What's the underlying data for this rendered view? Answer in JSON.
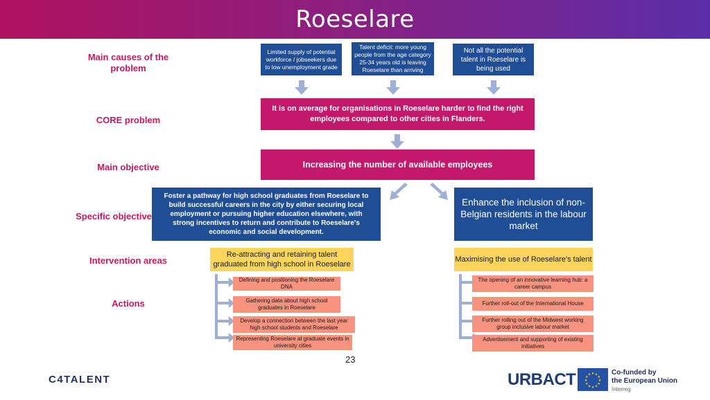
{
  "header": {
    "title": "Roeselare"
  },
  "row_labels": {
    "main_causes": "Main causes of the problem",
    "core_problem": "CORE problem",
    "main_objective": "Main objective",
    "specific_objective": "Specific objective",
    "intervention_areas": "Intervention areas",
    "actions": "Actions"
  },
  "causes": [
    "Limited supply of potential workforce / jobseekers due to low unemployment grade",
    "Talent deficit: more young people from the age category 25-34 years old is leaving Roeselare than arriving",
    "Not all the potential talent in Roeselare is being used"
  ],
  "core_problem": "It is on average for organisations in Roeselare harder to find the right employees compared to other cities in Flanders.",
  "main_objective": "Increasing the number of available employees",
  "specific_objectives": [
    "Foster a pathway for high school graduates from Roeselare to build successful careers in the city by either securing local employment or pursuing higher education elsewhere, with strong incentives to return and contribute to Roeselare's economic and social development.",
    "Enhance the inclusion of non-Belgian residents in the labour market"
  ],
  "intervention_areas": [
    "Re-attracting and retaining talent graduated from high school in Roeselare",
    "Maximising the use of Roeselare's talent"
  ],
  "actions_left": [
    "Defining and positioning the Roeselare DNA",
    "Gathering data about high school graduates in Roeselare",
    "Develop a connection between the last year high school students and Roeselare",
    "Representing Roeselare at graduate events in university cities"
  ],
  "actions_right": [
    "The opening of an innovative learning hub: a career campus",
    "Further roll-out of the International House",
    "Further rolling out of the Midwest working group inclusive labour market",
    "Advertisement and supporting of existing initiatives"
  ],
  "footer": {
    "page_number": "23",
    "c4talent": "C4TALENT",
    "urbact": "URBACT",
    "cofunded_line1": "Co-funded by",
    "cofunded_line2": "the European Union",
    "interreg": "Interreg"
  },
  "colors": {
    "magenta": "#c3186b",
    "navy": "#1f4e96",
    "yellow": "#fcd55a",
    "salmon": "#f7937e",
    "label": "#c8185f",
    "arrow": "#9fb0d6"
  }
}
